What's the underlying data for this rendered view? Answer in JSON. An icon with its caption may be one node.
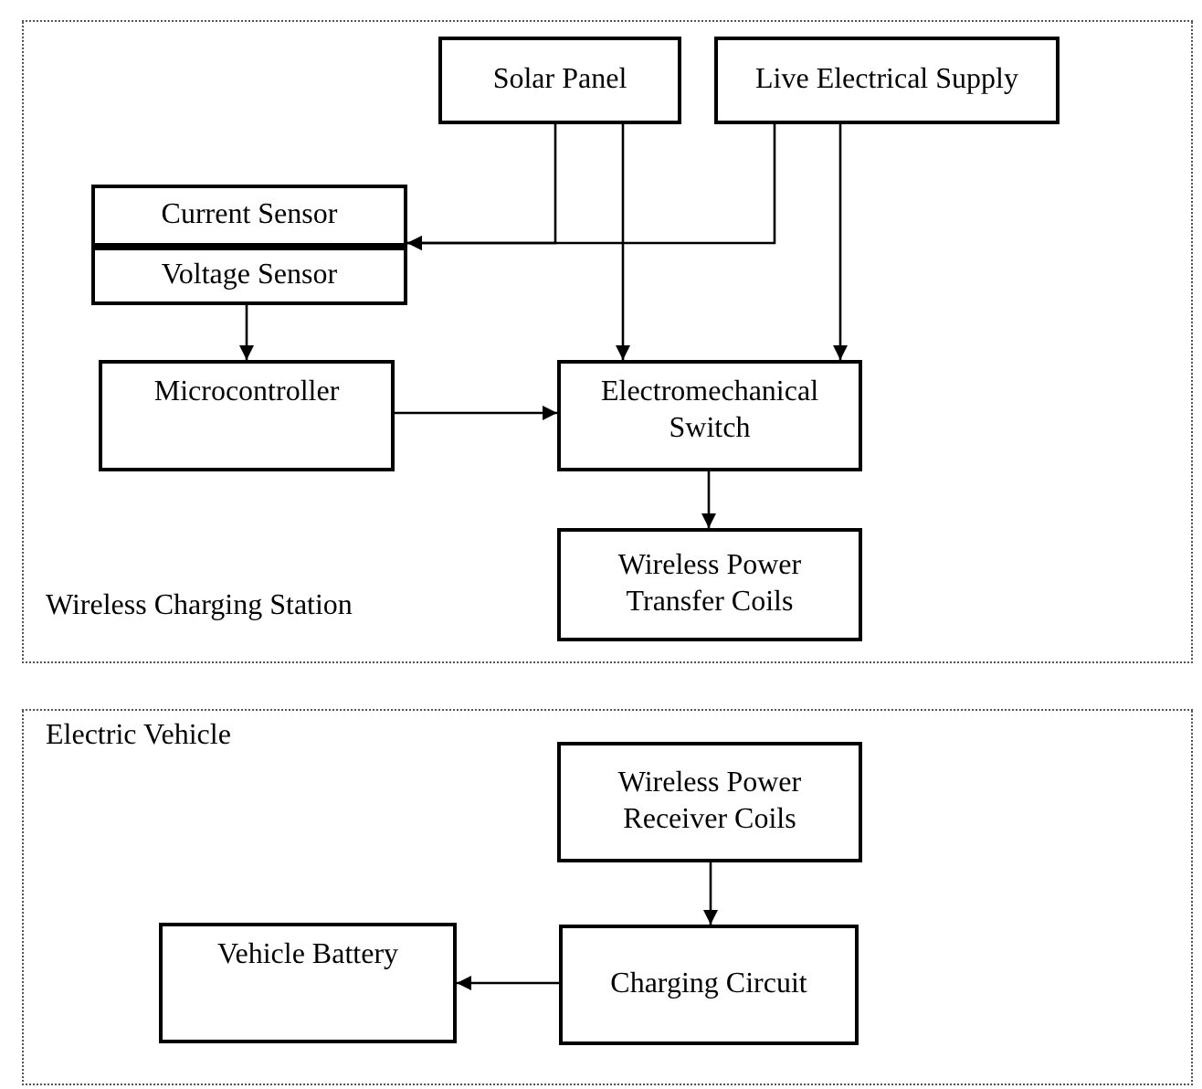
{
  "diagram": {
    "nodes": [
      {
        "text": [
          "Wireless Charging Station"
        ]
      },
      {
        "text": [
          "Solar Panel"
        ],
        "in": 0
      },
      {
        "text": [
          "Live Electrical Supply"
        ],
        "in": 0
      },
      {
        "text": [
          "Current Sensor"
        ],
        "in": 0
      },
      {
        "text": [
          "Voltage Sensor"
        ],
        "in": 0
      },
      {
        "text": [
          "Microcontroller"
        ],
        "in": 0
      },
      {
        "text": [
          "Electromechanical Switch"
        ],
        "in": 0
      },
      {
        "text": [
          "Wireless Power Transfer Coils"
        ],
        "in": 0
      },
      {
        "text": [
          "Electric Vehicle"
        ]
      },
      {
        "text": [
          "Wireless Power Receiver Coils"
        ],
        "in": 8
      },
      {
        "text": [
          "Charging Circuit"
        ],
        "in": 8
      },
      {
        "text": [
          "Vehicle Battery"
        ],
        "in": 8
      }
    ],
    "edges": [
      {
        "from": 1,
        "to": 3,
        "arrow": "to"
      },
      {
        "from": 2,
        "to": 3,
        "arrow": "to"
      },
      {
        "from": 1,
        "to": 6,
        "arrow": "to"
      },
      {
        "from": 2,
        "to": 6,
        "arrow": "to"
      },
      {
        "from": 4,
        "to": 5,
        "arrow": "to"
      },
      {
        "from": 5,
        "to": 6,
        "arrow": "to"
      },
      {
        "from": 6,
        "to": 7,
        "arrow": "to"
      },
      {
        "from": 9,
        "to": 10,
        "arrow": "to"
      },
      {
        "from": 10,
        "to": 11,
        "arrow": "to"
      }
    ]
  }
}
